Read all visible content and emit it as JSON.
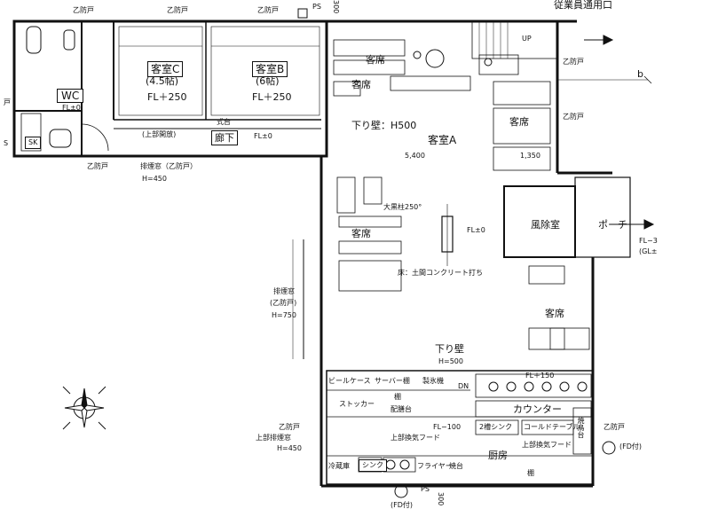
{
  "labels": {
    "oobofuto_1": "乙防戸",
    "oobofuto_2": "乙防戸",
    "oobofuto_3": "乙防戸",
    "oobofuto_right1": "乙防戸",
    "oobofuto_right2": "乙防戸",
    "oobofuto_bottomleft": "乙防戸",
    "oobofuto_kitchen": "乙防戸",
    "ps_top": "PS",
    "dim_300_top": "300",
    "staff_entrance": "従業員通用口",
    "up": "UP",
    "b_marker": "b",
    "wc": "WC",
    "fl_wc": "FL±0",
    "sk": "SK",
    "door_mark_left": "戸",
    "s_mark": "S",
    "room_c_name": "客室C",
    "room_c_size": "(4.5帖)",
    "room_c_fl": "FL＋250",
    "room_b_name": "客室B",
    "room_b_size": "(6帖)",
    "room_b_fl": "FL＋250",
    "shikidai": "式台",
    "upper_open": "(上部開放)",
    "corridor": "廊下",
    "corridor_fl": "FL±0",
    "smoke_window_top": "排煙窓（乙防戸）",
    "h450_top": "H=450",
    "kyakuseki_1": "客席",
    "kyakuseki_2": "客席",
    "kyakuseki_3": "客席",
    "kyakuseki_4": "客席",
    "kyakuseki_5": "客席",
    "sagarikabe_top": "下り壁：H500",
    "room_a": "客室A",
    "dim_5400": "5,400",
    "dim_1350": "1,350",
    "pillar": "大黒柱250°",
    "fl_a": "FL±0",
    "fuujoshitsu": "風除室",
    "porch": "ポーチ",
    "fl_minus3": "FL−3",
    "gl": "(GL±",
    "floor_note": "床：土間コンクリート打ち",
    "smoke_window_side_1": "排煙窓",
    "smoke_window_side_2": "(乙防戸)",
    "h750": "H=750",
    "sagarikabe_mid": "下り壁",
    "h500_mid": "H=500",
    "beer_case": "ビールケース",
    "server_shelf": "サーバー棚",
    "ice_machine": "製氷機",
    "dn": "DN",
    "tana_1": "棚",
    "stocker": "ストッカー",
    "haizendai": "配膳台",
    "counter": "カウンター",
    "fl_150": "FL＋150",
    "fl_minus100": "FL−100",
    "two_sink": "2槽シンク",
    "cold_table": "コールドテーブル",
    "upper_hood_1": "上部換気フード",
    "upper_hood_2": "上部換気フード",
    "yakitori": "焼鳥台",
    "upper_smoke": "上部排煙窓",
    "h450_bottom": "H=450",
    "fridge": "冷蔵庫",
    "sink": "シンク",
    "fryer": "フライヤー",
    "yakidai": "焼台",
    "kitchen": "厨房",
    "tana_2": "棚",
    "fd_right": "(FD付)",
    "ps_bottom": "PS",
    "fd_bottom": "(FD付)",
    "dim_300_bottom": "300"
  },
  "colors": {
    "line": "#111111",
    "thin": "#444444",
    "background": "#ffffff"
  }
}
